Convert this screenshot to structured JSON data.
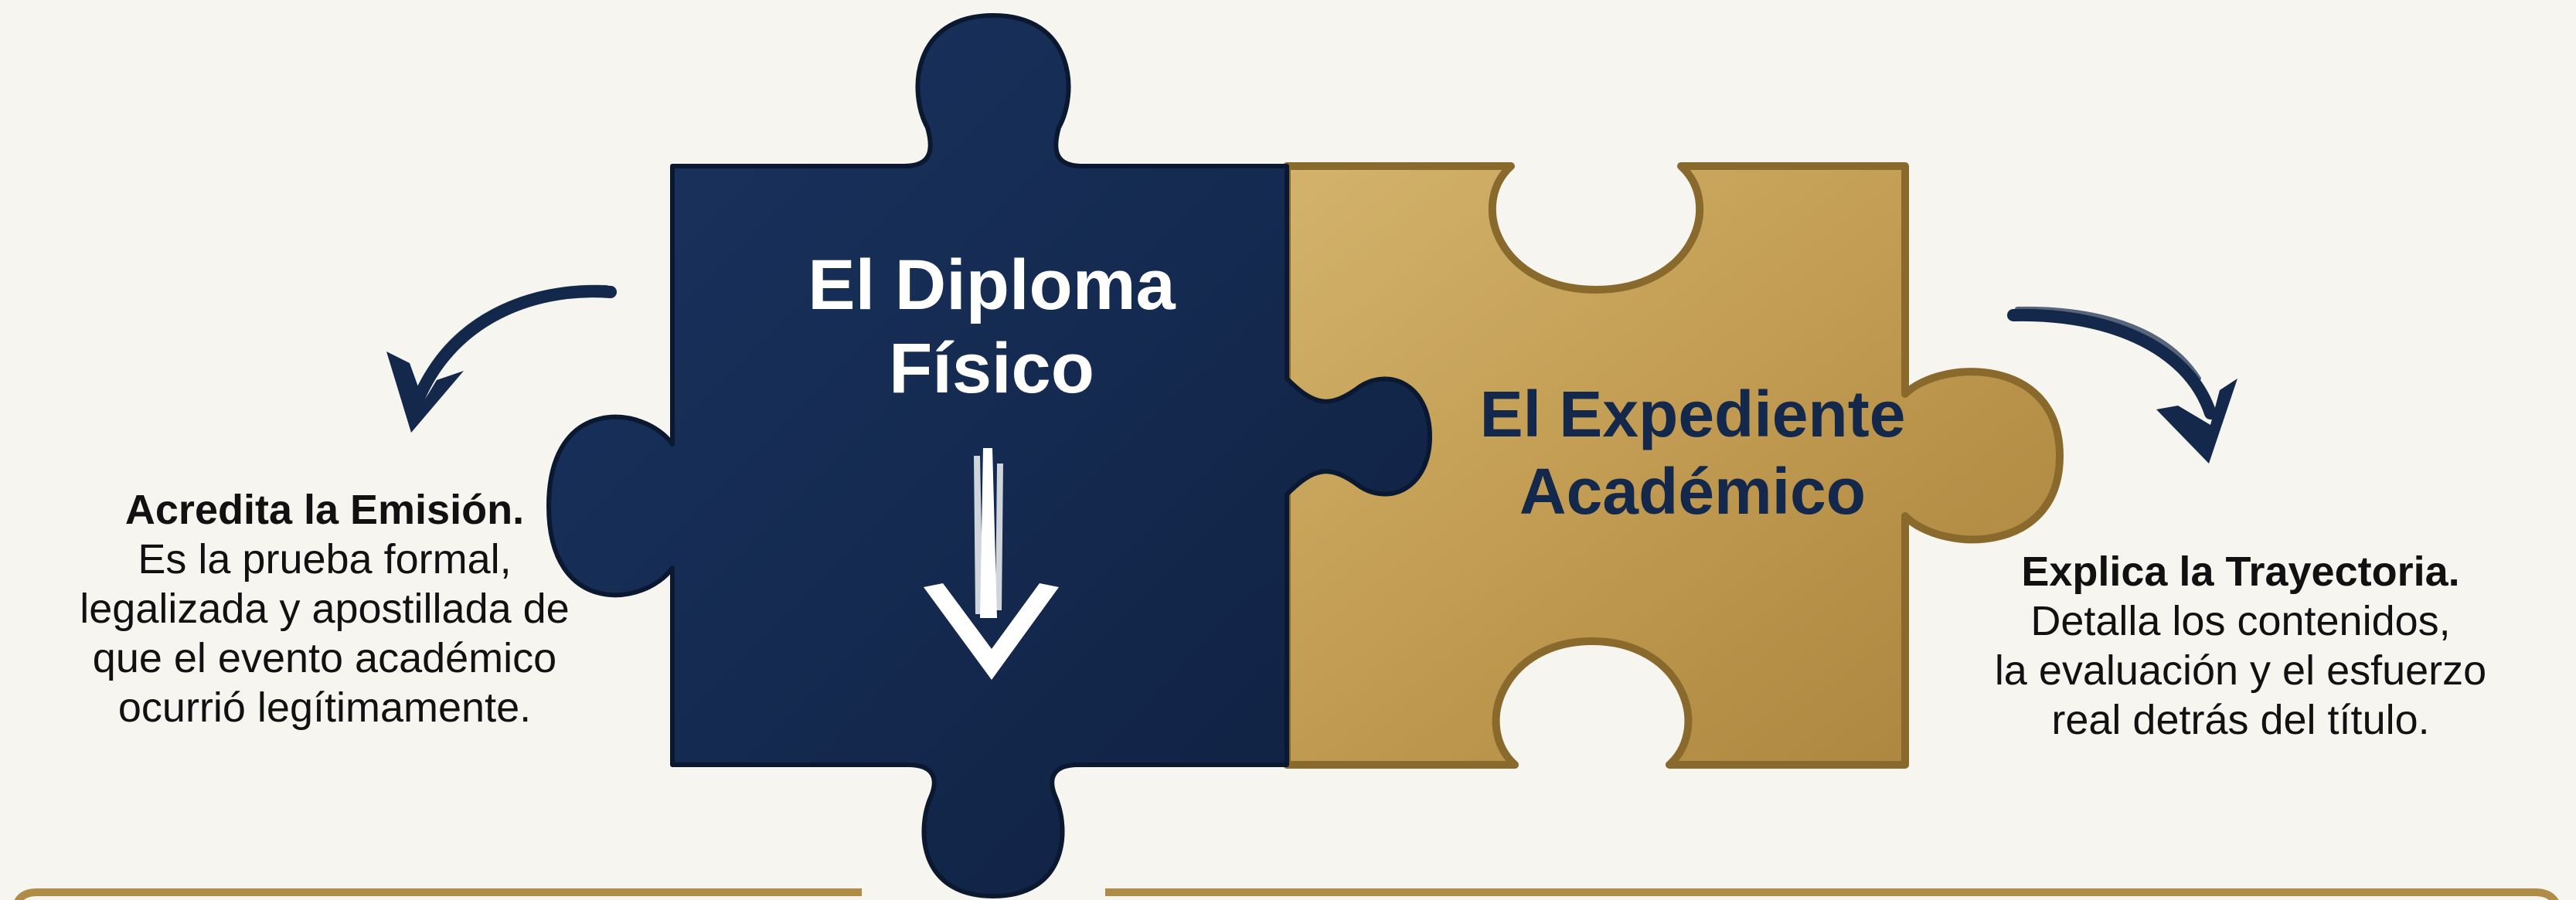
{
  "pieces": {
    "left": {
      "title_lines": [
        "El Diploma",
        "Físico"
      ],
      "color": "#13284a"
    },
    "right": {
      "title_lines": [
        "El Expediente",
        "Académico"
      ],
      "color": "#c09a50"
    }
  },
  "left_text": {
    "heading": "Acredita la Emisión.",
    "lines": [
      "Es la prueba formal,",
      "legalizada y apostillada de",
      "que el evento académico",
      "ocurrió legítimamente."
    ]
  },
  "right_text": {
    "heading": "Explica la Trayectoria.",
    "lines": [
      "Detalla los contenidos,",
      "la evaluación y el esfuerzo",
      "real detrás del título."
    ]
  },
  "colors": {
    "background": "#f7f5f0",
    "navy": "#13284a",
    "gold": "#c09a50",
    "gold_dark": "#8a6a2c",
    "text": "#111111"
  },
  "icons": [
    "curved-arrow-left-icon",
    "down-arrow-icon",
    "curved-arrow-right-icon"
  ]
}
